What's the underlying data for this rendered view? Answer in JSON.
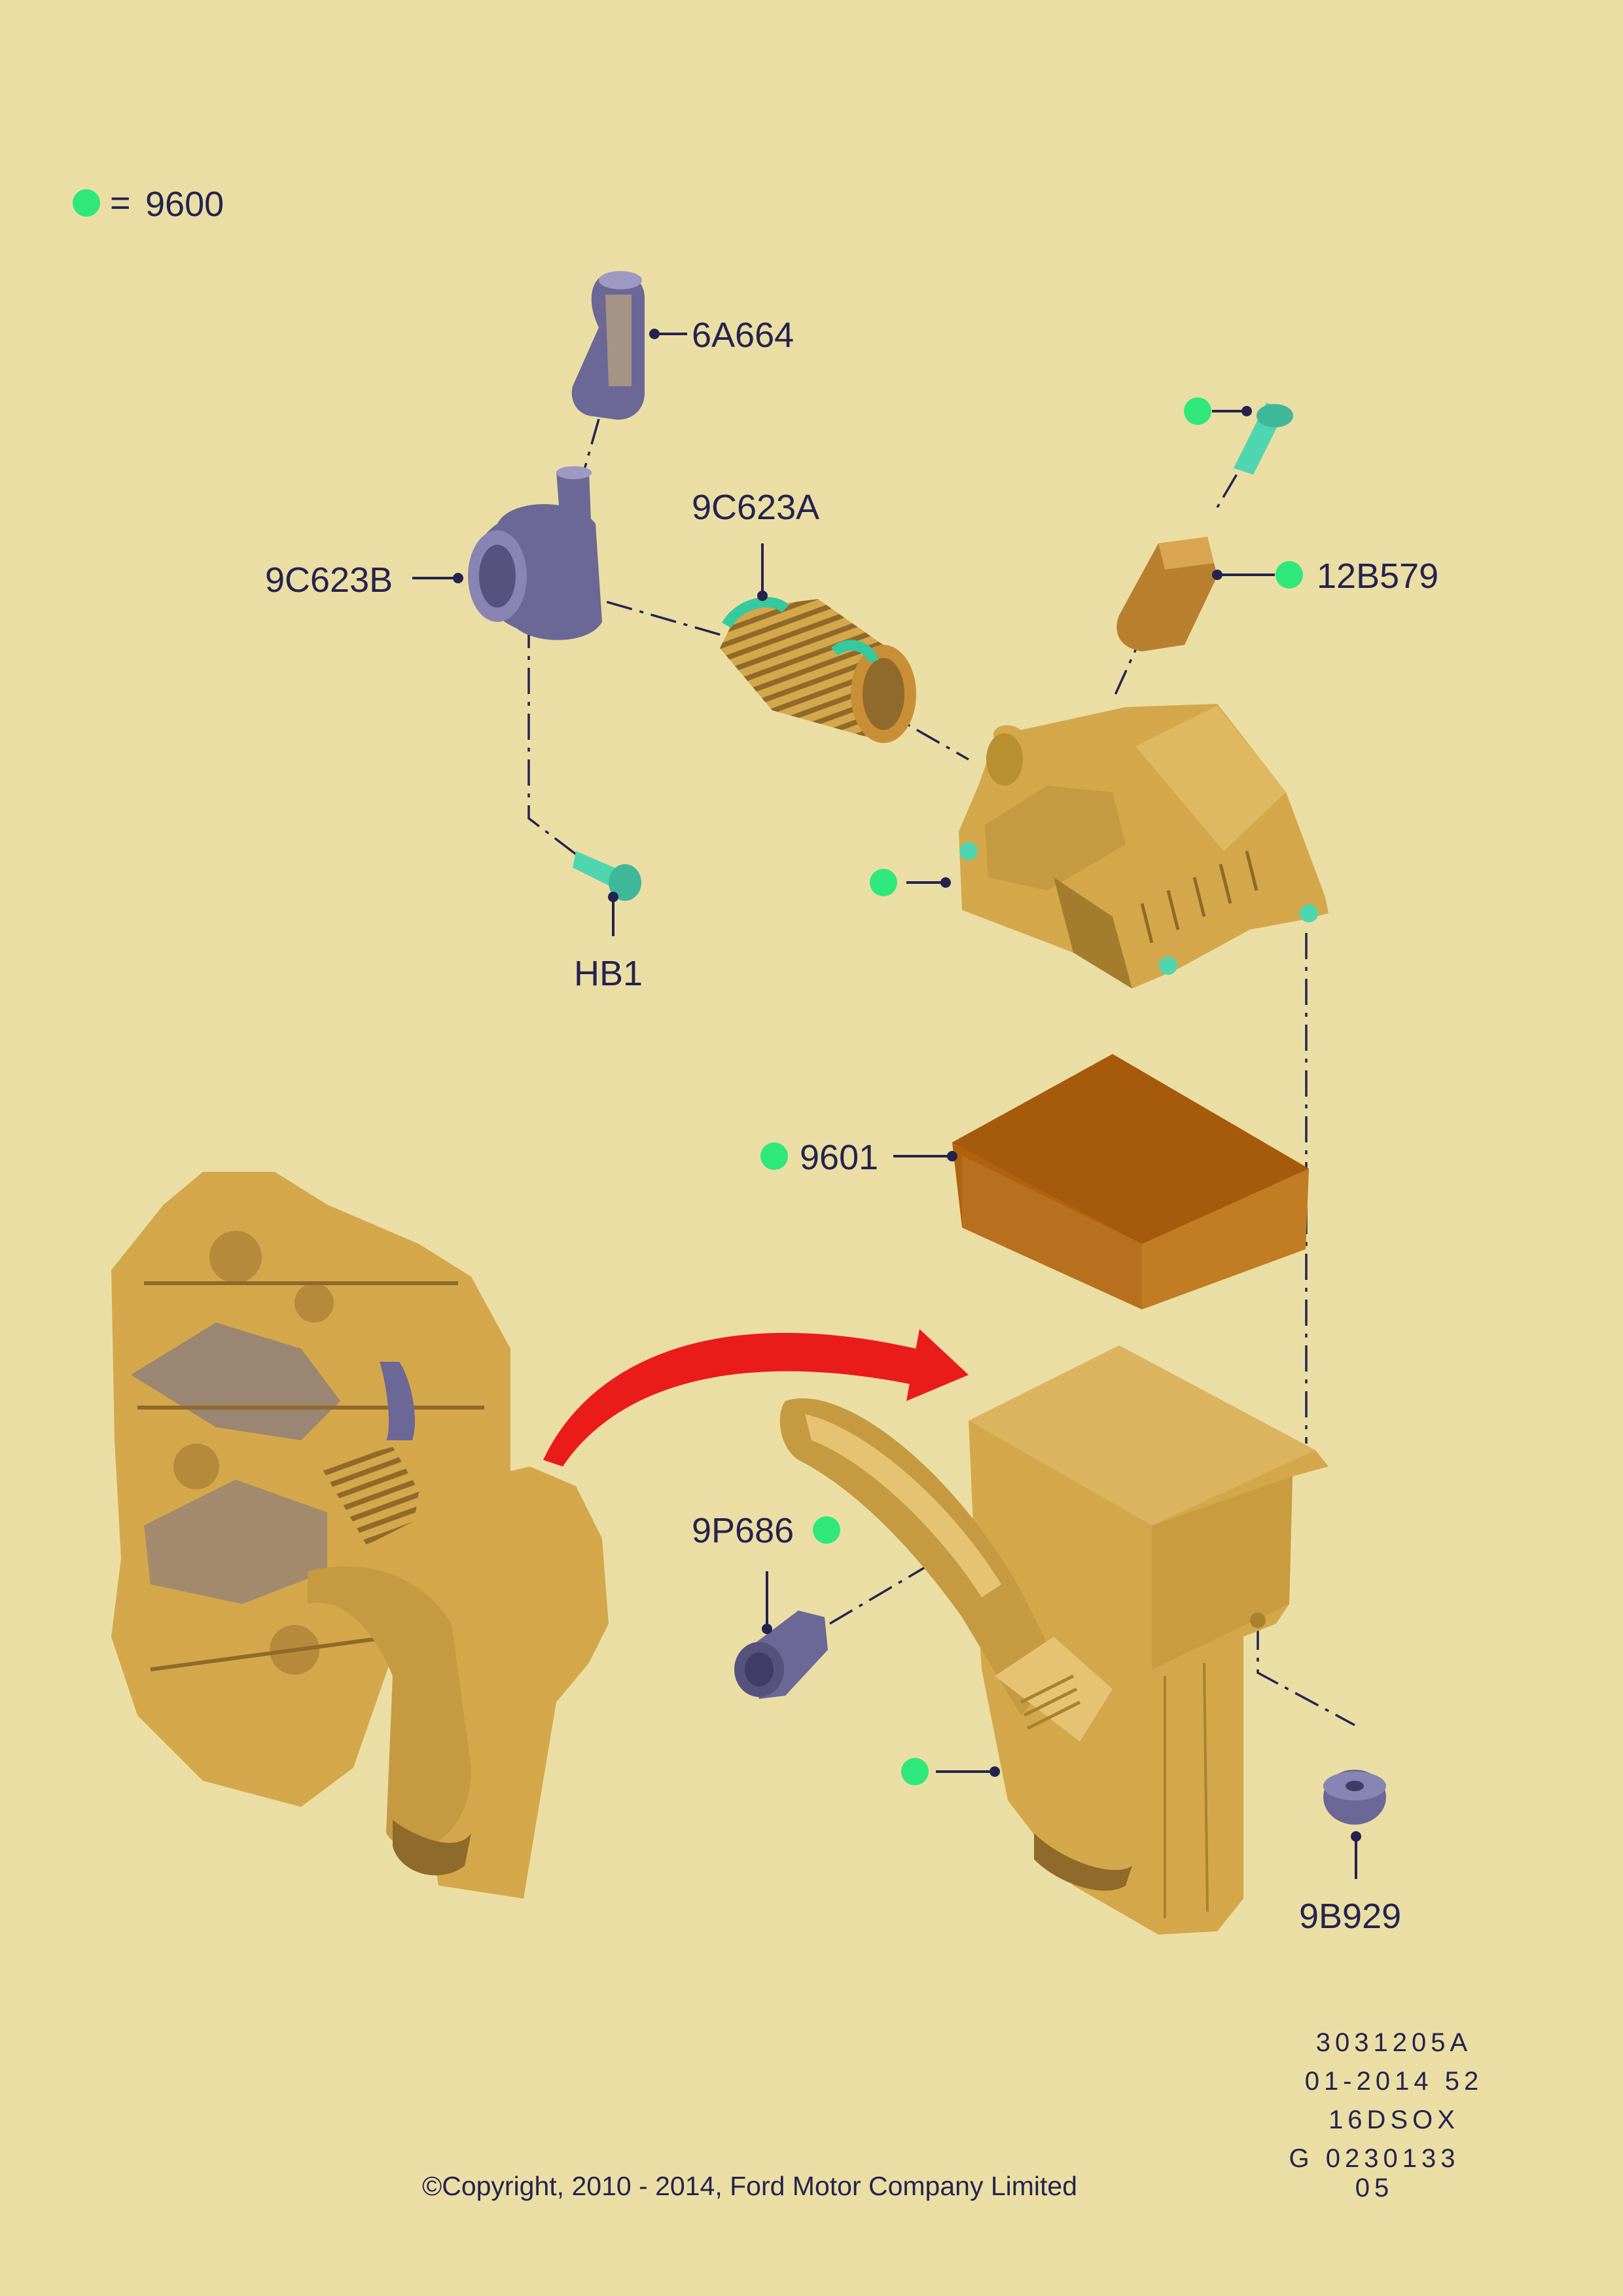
{
  "legend": {
    "symbol": "green-dot",
    "equals": "=",
    "value": "9600"
  },
  "callouts": {
    "c6A664": "6A664",
    "c9C623A": "9C623A",
    "c9C623B": "9C623B",
    "c12B579": "12B579",
    "cHB1": "HB1",
    "c9601": "9601",
    "c9P686": "9P686",
    "c9B929": "9B929"
  },
  "drawing_code": [
    "3031205A",
    "01-2014 52",
    "16DSOX",
    "G 0230133 05"
  ],
  "copyright": "©Copyright, 2010 - 2014, Ford Motor Company Limited",
  "colors": {
    "background": "#ebdea4",
    "part_tan": "#d4a84a",
    "part_tan_dark": "#b58a34",
    "part_purple": "#6b6796",
    "filter_brown": "#b0620f",
    "green_marker": "#2ee87a",
    "arrow_red": "#ea1b1b",
    "ink": "#24234f"
  }
}
